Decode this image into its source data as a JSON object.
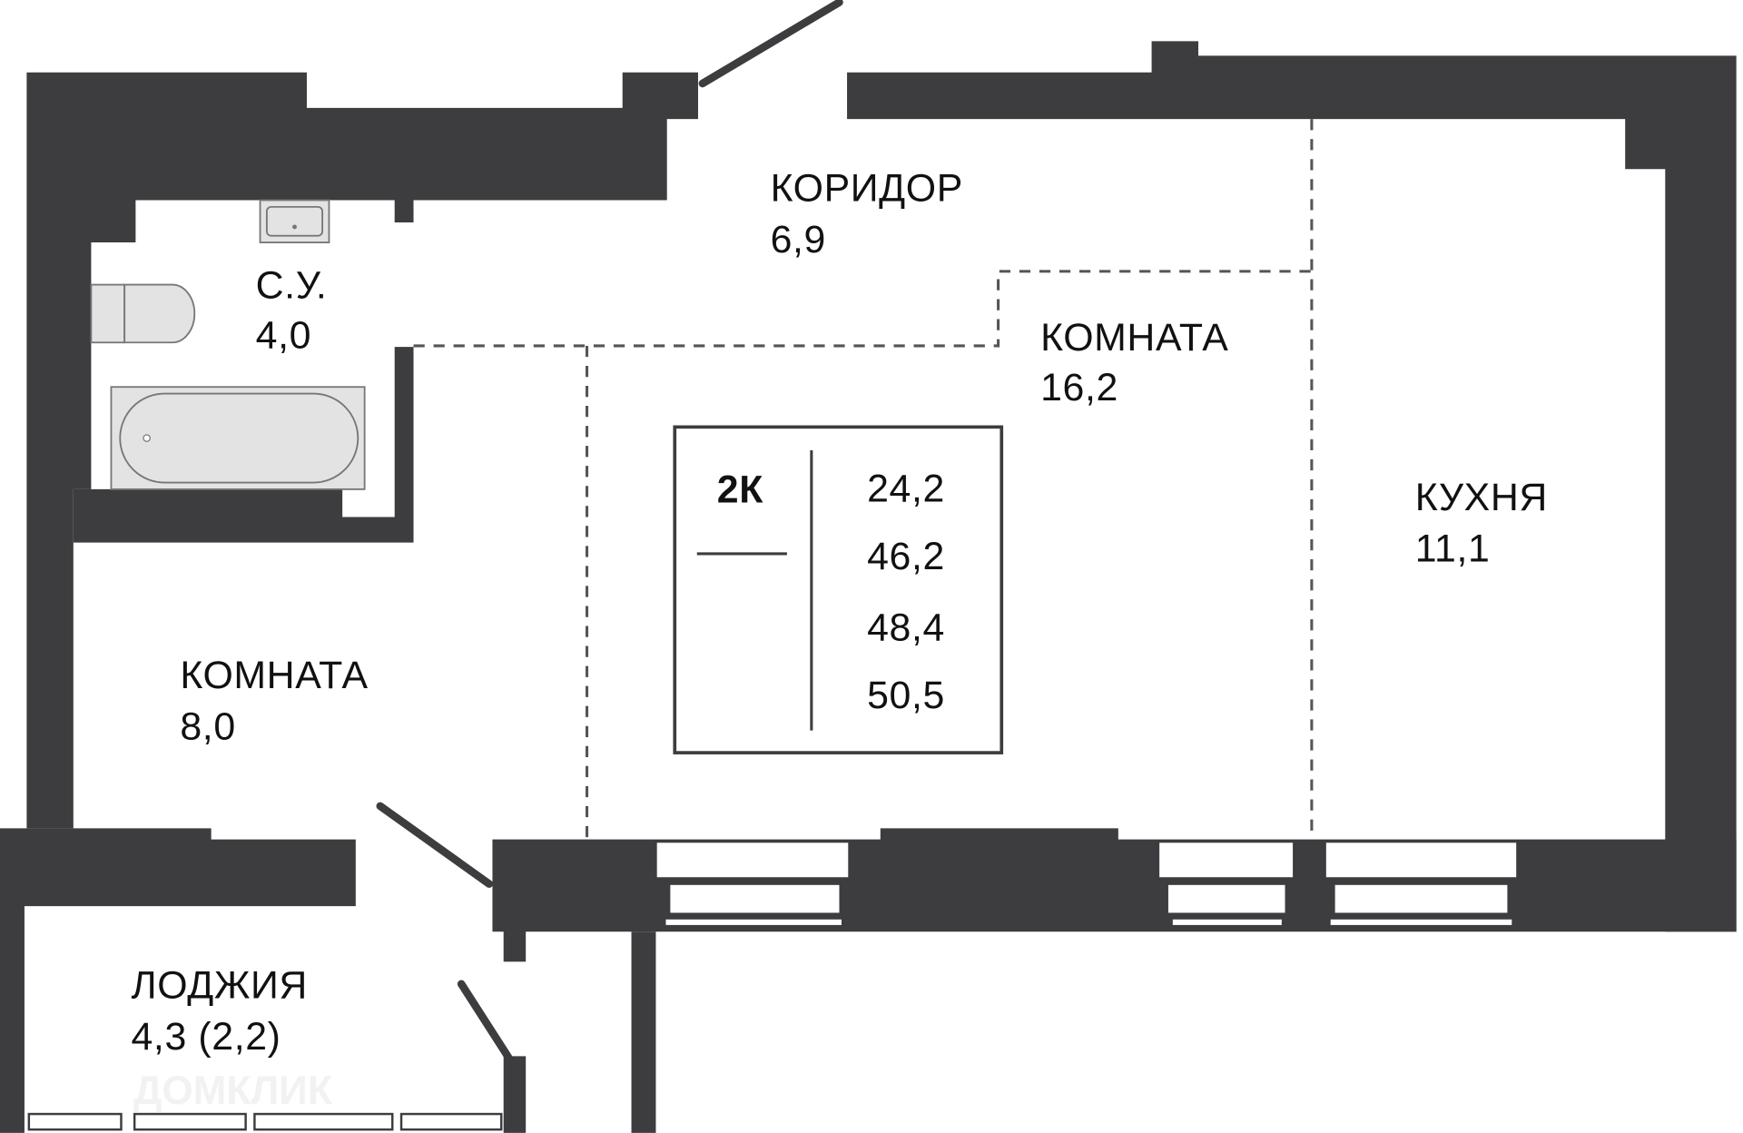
{
  "plan": {
    "rooms": [
      {
        "name": "КОРИДОР",
        "area": "6,9"
      },
      {
        "name": "С.У.",
        "area": "4,0"
      },
      {
        "name": "КОМНАТА",
        "area": "16,2"
      },
      {
        "name": "КУХНЯ",
        "area": "11,1"
      },
      {
        "name": "КОМНАТА",
        "area": "8,0"
      },
      {
        "name": "ЛОДЖИЯ",
        "area": "4,3 (2,2)"
      }
    ],
    "summary": {
      "type": "2К",
      "values": [
        "24,2",
        "46,2",
        "48,4",
        "50,5"
      ]
    },
    "watermark": "ДОМКЛИК",
    "wall_color": "#3d3d40"
  }
}
